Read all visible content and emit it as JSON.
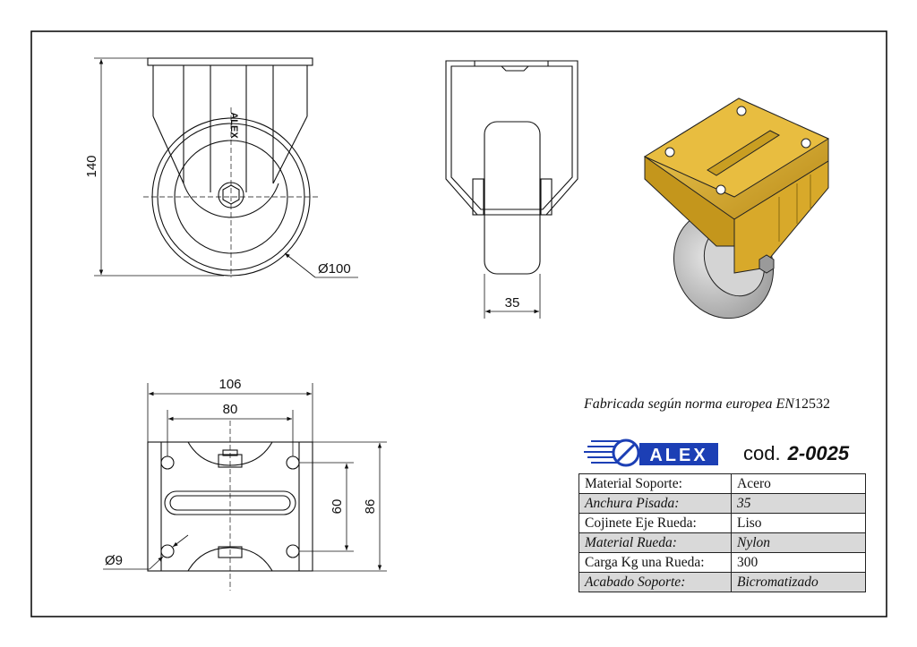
{
  "dimensions": {
    "height": "140",
    "wheel_diameter": "Ø100",
    "tread_width": "35",
    "plate_width": "106",
    "hole_spacing_x": "80",
    "hole_spacing_y": "60",
    "plate_length": "86",
    "hole_diameter": "Ø9"
  },
  "embossed_logo": "ALEX",
  "norm": {
    "text": "Fabricada según norma europea EN",
    "number": "12532"
  },
  "brand": {
    "logo_text": "ALEX",
    "code_label": "cod.",
    "code_value": "2-0025"
  },
  "specs": [
    {
      "label": "Material Soporte:",
      "value": "Acero"
    },
    {
      "label": "Anchura Pisada:",
      "value": "35"
    },
    {
      "label": "Cojinete Eje Rueda:",
      "value": "Liso"
    },
    {
      "label": "Material Rueda:",
      "value": "Nylon"
    },
    {
      "label": "Carga Kg una Rueda:",
      "value": "300"
    },
    {
      "label": "Acabado Soporte:",
      "value": "Bicromatizado"
    }
  ],
  "colors": {
    "logo_blue": "#1c3fb5",
    "bracket_yellow": "#d8a92a",
    "wheel_grey": "#b9b9b9",
    "row_shade": "#d9d9d9"
  }
}
